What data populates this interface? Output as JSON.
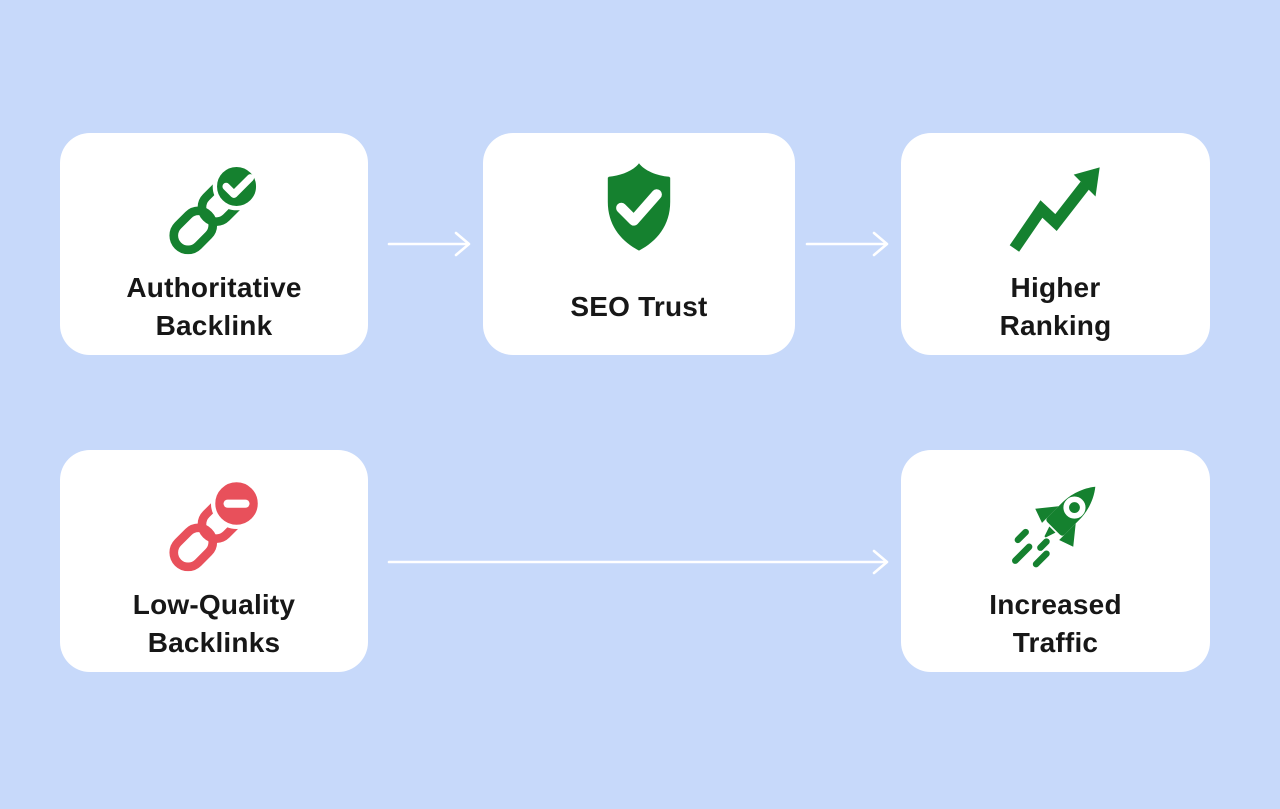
{
  "colors": {
    "background": "#c7d9fa",
    "card": "#ffffff",
    "text": "#171717",
    "green": "#15812f",
    "red": "#e8505b",
    "arrow": "#ffffff"
  },
  "cards": [
    {
      "name": "authoritative-backlink",
      "icon": "link-check-icon",
      "lines": [
        "Authoritative",
        "Backlink"
      ]
    },
    {
      "name": "seo-trust",
      "icon": "shield-check-icon",
      "lines": [
        "SEO Trust"
      ]
    },
    {
      "name": "higher-ranking",
      "icon": "trending-up-icon",
      "lines": [
        "Higher",
        "Ranking"
      ]
    },
    {
      "name": "low-quality-backlinks",
      "icon": "link-minus-icon",
      "lines": [
        "Low-Quality",
        "Backlinks"
      ]
    },
    {
      "name": "increased-traffic",
      "icon": "rocket-icon",
      "lines": [
        "Increased",
        "Traffic"
      ]
    }
  ],
  "connections": [
    {
      "from": "authoritative-backlink",
      "to": "seo-trust"
    },
    {
      "from": "seo-trust",
      "to": "higher-ranking"
    },
    {
      "from": "low-quality-backlinks",
      "to": "increased-traffic"
    }
  ]
}
